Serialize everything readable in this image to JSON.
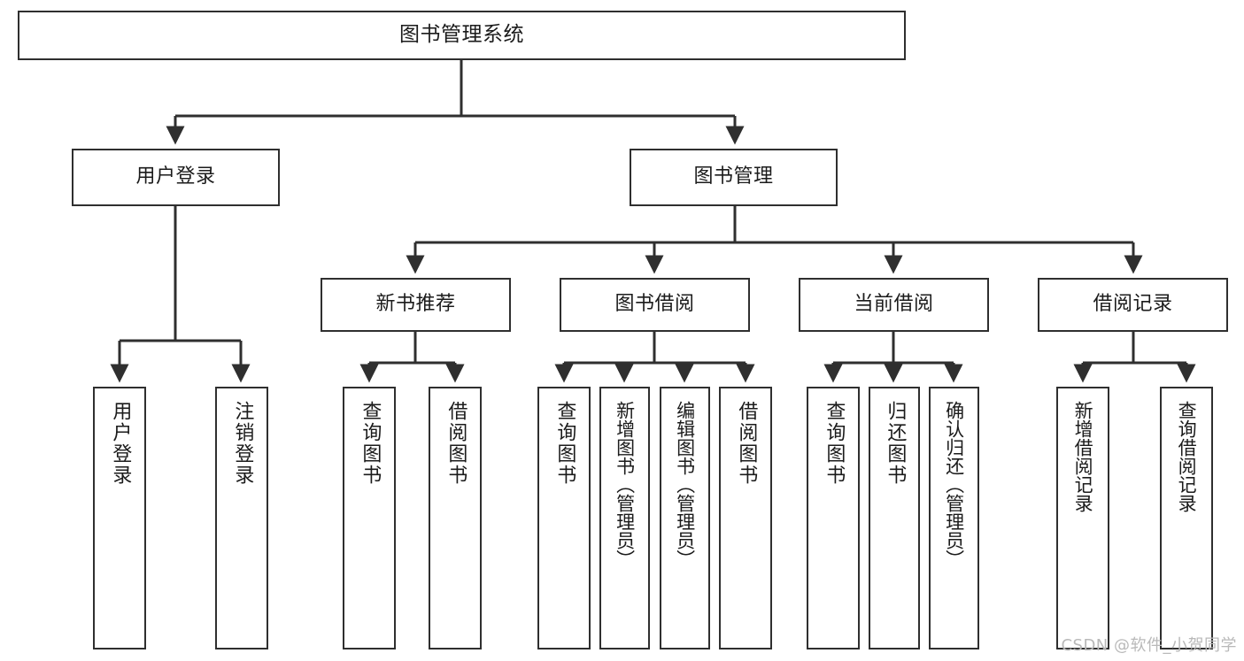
{
  "diagram": {
    "title": "图书管理系统",
    "type": "tree",
    "colors": {
      "stroke": "#2f2f2f",
      "fill": "#ffffff",
      "text": "#1b1b1b",
      "watermark": "#b9b9b9"
    }
  },
  "nodes": {
    "root": {
      "label": "图书管理系统"
    },
    "level2": [
      {
        "label": "用户登录"
      },
      {
        "label": "图书管理"
      }
    ],
    "level3": [
      {
        "label": "新书推荐"
      },
      {
        "label": "图书借阅"
      },
      {
        "label": "当前借阅"
      },
      {
        "label": "借阅记录"
      }
    ],
    "leaves": {
      "user_login": [
        {
          "label": "用户登录"
        },
        {
          "label": "注销登录"
        }
      ],
      "new_book_recommend": [
        {
          "label": "查询图书"
        },
        {
          "label": "借阅图书"
        }
      ],
      "book_borrow": [
        {
          "label": "查询图书"
        },
        {
          "label": "新增图书（管理员）"
        },
        {
          "label": "编辑图书（管理员）"
        },
        {
          "label": "借阅图书"
        }
      ],
      "current_borrow": [
        {
          "label": "查询图书"
        },
        {
          "label": "归还图书"
        },
        {
          "label": "确认归还（管理员）"
        }
      ],
      "borrow_record": [
        {
          "label": "新增借阅记录"
        },
        {
          "label": "查询借阅记录"
        }
      ]
    }
  },
  "watermark": {
    "text": "CSDN @软件_小贺同学"
  }
}
